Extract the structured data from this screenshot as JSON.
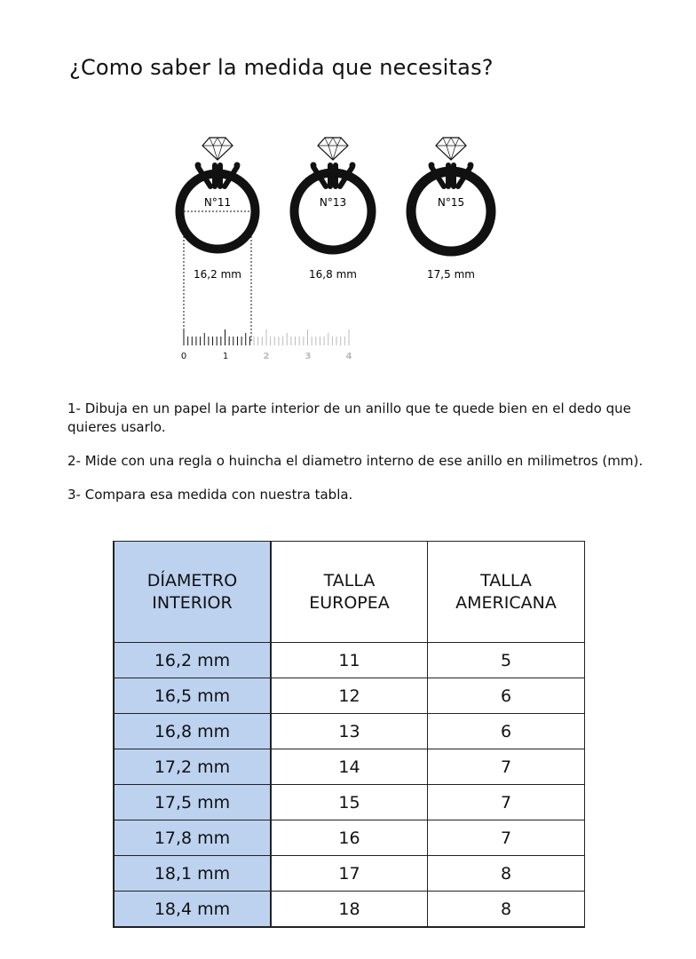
{
  "title": "¿Como saber la medida que necesitas?",
  "rings": [
    {
      "label": "N°11",
      "measure": "16,2 mm"
    },
    {
      "label": "N°13",
      "measure": "16,8 mm"
    },
    {
      "label": "N°15",
      "measure": "17,5 mm"
    }
  ],
  "ruler": {
    "labels": [
      "0",
      "1",
      "2",
      "3",
      "4"
    ]
  },
  "steps": [
    "1- Dibuja en un papel la parte interior de un anillo que te quede bien en el dedo que quieres usarlo.",
    "2- Mide con una regla o huincha el diametro interno de ese anillo en milimetros (mm).",
    "3- Compara esa medida con nuestra tabla."
  ],
  "table": {
    "headers": {
      "diameter": [
        "DÍAMETRO",
        "INTERIOR"
      ],
      "european": [
        "TALLA",
        "EUROPEA"
      ],
      "american": [
        "TALLA",
        "AMERICANA"
      ]
    },
    "rows": [
      {
        "diameter": "16,2 mm",
        "european": "11",
        "american": "5"
      },
      {
        "diameter": "16,5 mm",
        "european": "12",
        "american": "6"
      },
      {
        "diameter": "16,8 mm",
        "european": "13",
        "american": "6"
      },
      {
        "diameter": "17,2 mm",
        "european": "14",
        "american": "7"
      },
      {
        "diameter": "17,5 mm",
        "european": "15",
        "american": "7"
      },
      {
        "diameter": "17,8 mm",
        "european": "16",
        "american": "7"
      },
      {
        "diameter": "18,1 mm",
        "european": "17",
        "american": "8"
      },
      {
        "diameter": "18,4 mm",
        "european": "18",
        "american": "8"
      }
    ]
  }
}
